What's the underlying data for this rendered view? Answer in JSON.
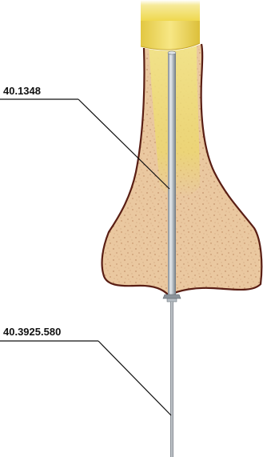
{
  "callouts": [
    {
      "id": "upper",
      "text": "40.1348"
    },
    {
      "id": "lower",
      "text": "40.3925.580"
    }
  ],
  "colors": {
    "bone_fill": "#eac8a0",
    "bone_outline": "#5a1e14",
    "bone_speckle": "#b07a54",
    "marrow_yellow": "#e8d860",
    "handle_yellow": "#f1de5e",
    "rod_metal": "#aab2bb",
    "wire_metal": "#8e959c",
    "leader_line": "#111111"
  }
}
